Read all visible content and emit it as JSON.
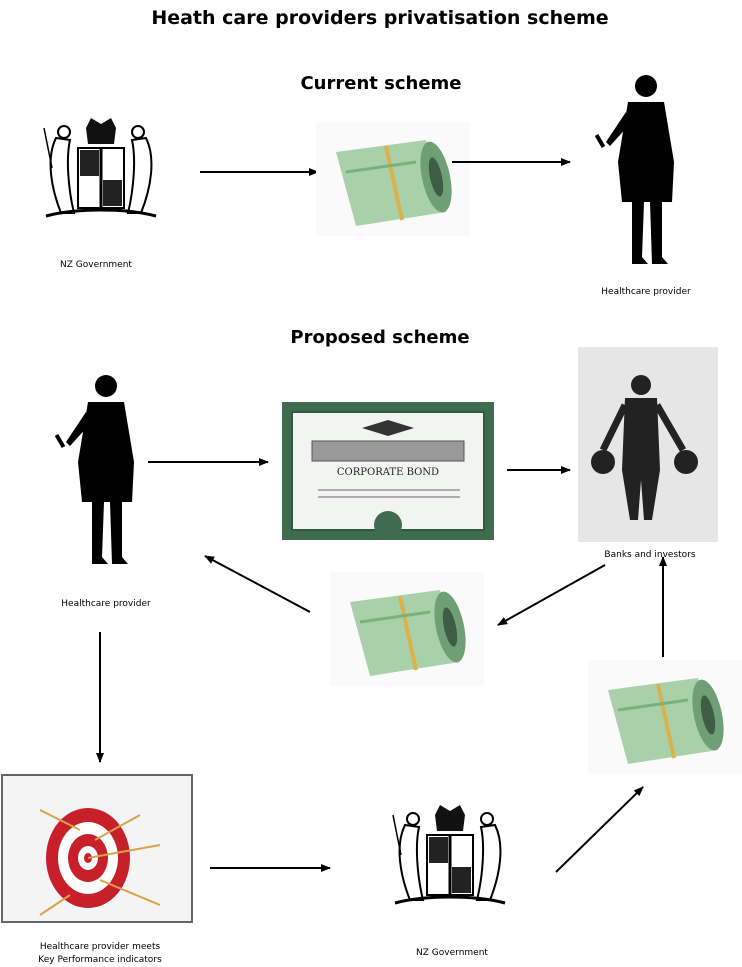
{
  "title": "Heath care providers privatisation scheme",
  "current": {
    "heading": "Current scheme",
    "government_label": "NZ Government",
    "provider_label": "Healthcare provider"
  },
  "proposed": {
    "heading": "Proposed scheme",
    "provider_label": "Healthcare provider",
    "bond_text": "CORPORATE BOND",
    "banks_label": "Banks and investors",
    "kpi_label_line1": "Healthcare provider meets",
    "kpi_label_line2": "Key Performance indicators",
    "government_label": "NZ Government"
  },
  "colors": {
    "money_green": "#9fc9a0",
    "bond_green": "#3f6b4f",
    "target_red": "#c8202a"
  }
}
